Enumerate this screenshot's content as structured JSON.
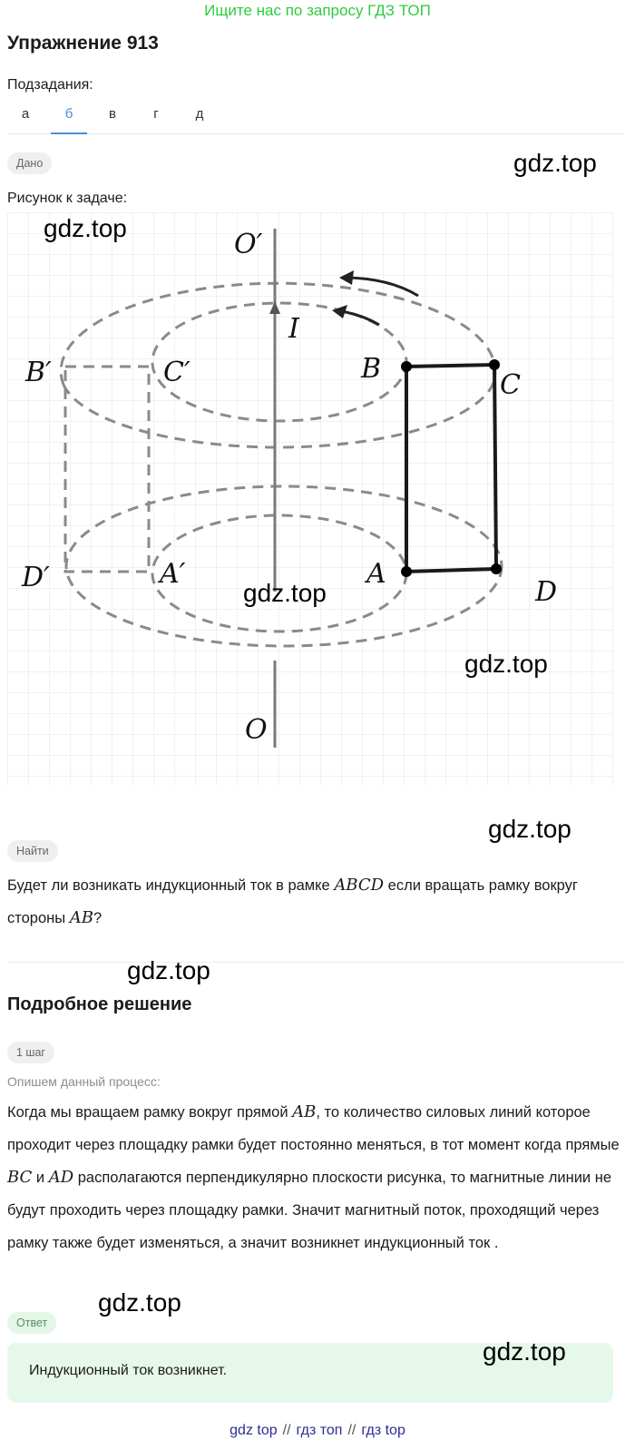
{
  "banner": "Ищите нас по запросу ГДЗ ТОП",
  "title": "Упражнение 913",
  "subtasks": {
    "label": "Подзадания:",
    "tabs": [
      "а",
      "б",
      "в",
      "г",
      "д"
    ],
    "active_index": 1
  },
  "given": {
    "chip": "Дано",
    "figure_label": "Рисунок к задаче:",
    "figure_letters": {
      "O_top": "O′",
      "I": "I",
      "B_prime": "B′",
      "C_prime": "C′",
      "B": "B",
      "C": "C",
      "D_prime": "D′",
      "A_prime": "A′",
      "A": "A",
      "D": "D",
      "O": "O"
    }
  },
  "find": {
    "chip": "Найти",
    "text_1": "Будет ли возникать индукционный ток в рамке ",
    "math_1": "ABCD",
    "text_2": " если вращать рамку вокруг стороны ",
    "math_2": "AB",
    "text_3": "?"
  },
  "solution": {
    "heading": "Подробное решение",
    "step_chip": "1 шаг",
    "intro": "Опишем данный процесс:",
    "t1": "Когда мы вращаем рамку вокруг прямой ",
    "m1": "AB",
    "t2": ", то количество силовых линий которое проходит через площадку рамки будет постоянно меняться, в тот момент когда прямые ",
    "m2": "BC",
    "t3": " и ",
    "m3": "AD",
    "t4": " располагаются перпендикулярно плоскости рисунка, то магнитные линии не будут проходить через площадку рамки. Значит магнитный поток, проходящий через рамку также будет изменяться, а значит возникнет индукционный ток ."
  },
  "answer": {
    "chip": "Ответ",
    "text": "Индукционный ток возникнет."
  },
  "watermarks": {
    "text": "gdz.top"
  },
  "footer": {
    "links": [
      "gdz top",
      "гдз топ",
      "гдз top"
    ],
    "separator": "//"
  },
  "colors": {
    "banner_green": "#2ecc40",
    "tab_active": "#4a8fd8",
    "answer_bg": "#e6f8ea",
    "footer_link": "#2a2f8f"
  }
}
